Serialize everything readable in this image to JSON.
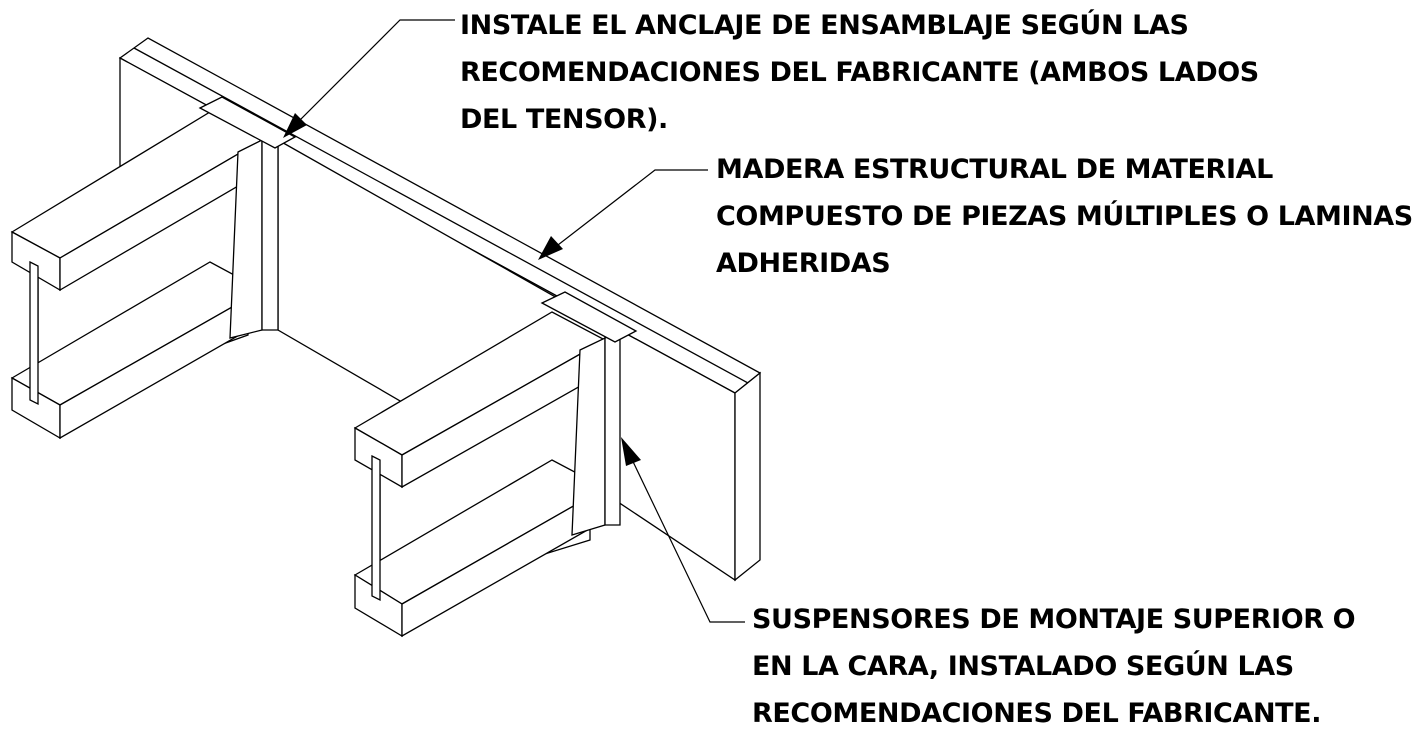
{
  "notes": {
    "anchor": {
      "lines": [
        "INSTALE EL ANCLAJE DE ENSAMBLAJE SEGÚN LAS",
        "RECOMENDACIONES DEL FABRICANTE (AMBOS LADOS",
        "DEL TENSOR)."
      ]
    },
    "beam": {
      "lines": [
        "MADERA ESTRUCTURAL DE MATERIAL",
        "COMPUESTO DE PIEZAS MÚLTIPLES O LAMINAS",
        "ADHERIDAS"
      ]
    },
    "hangers": {
      "lines": [
        "SUSPENSORES DE MONTAJE SUPERIOR O",
        "EN LA CARA, INSTALADO SEGÚN LAS",
        "RECOMENDACIONES DEL FABRICANTE."
      ]
    }
  }
}
